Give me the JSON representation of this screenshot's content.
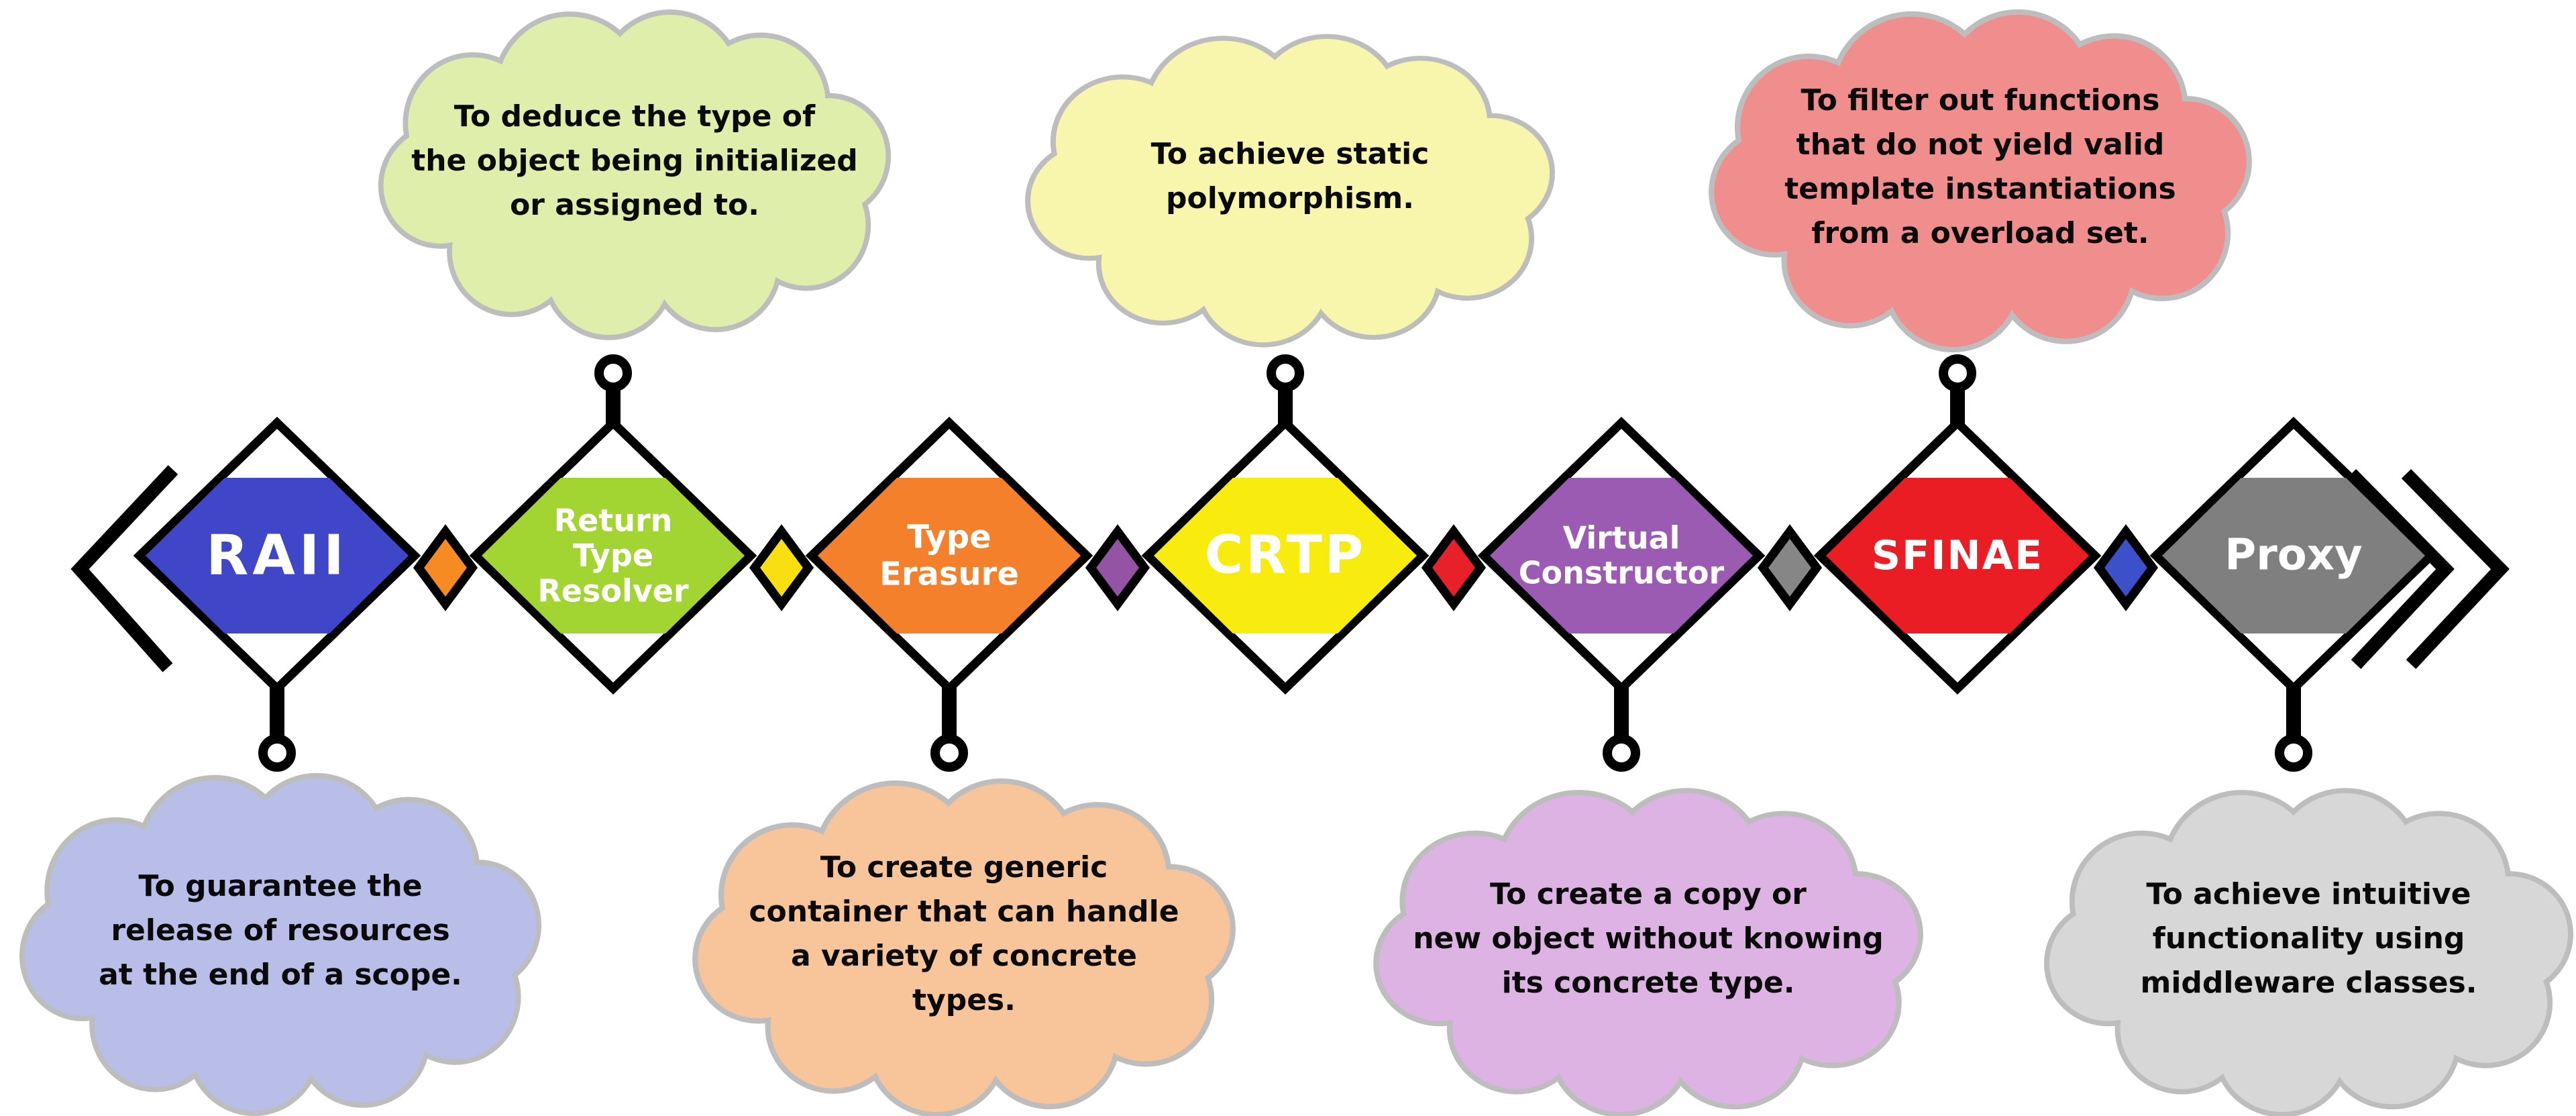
{
  "page": {
    "background": "#ffffff",
    "outline_color": "#000000",
    "cloud_border_color": "#bdbdbd",
    "label_text_color": "#ffffff"
  },
  "decorations": {
    "left": {
      "icon": "chevron-left-icon"
    },
    "right": {
      "icon": "double-chevron-right-icon"
    }
  },
  "patterns": [
    {
      "name": "RAII",
      "color": "#3f46c8",
      "connector": "down",
      "cloud": {
        "position": "below",
        "color": "#b9bee9",
        "lines": [
          "To guarantee the",
          "release of resources",
          "at the end of a scope."
        ]
      }
    },
    {
      "name": "Return Type Resolver",
      "color": "#a2d531",
      "connector": "up",
      "cloud": {
        "position": "above",
        "color": "#dfeeab",
        "lines": [
          "To deduce the type of",
          "the object being initialized",
          "or assigned to."
        ]
      }
    },
    {
      "name": "Type Erasure",
      "color": "#f4802c",
      "connector": "down",
      "cloud": {
        "position": "below",
        "color": "#f8c49a",
        "lines": [
          "To create generic",
          "container that can handle",
          "a variety of concrete",
          "types."
        ]
      }
    },
    {
      "name": "CRTP",
      "color": "#f8ec0e",
      "connector": "up",
      "cloud": {
        "position": "above",
        "color": "#f8f6ad",
        "lines": [
          "To achieve static",
          "polymorphism."
        ]
      }
    },
    {
      "name": "Virtual Constructor",
      "color": "#9b5bb3",
      "connector": "down",
      "cloud": {
        "position": "below",
        "color": "#dcb3e2",
        "lines": [
          "To create a copy or",
          "new object without knowing",
          "its concrete type."
        ]
      }
    },
    {
      "name": "SFINAE",
      "color": "#ea1c24",
      "connector": "up",
      "cloud": {
        "position": "above",
        "color": "#f08d8d",
        "lines": [
          "To filter out functions",
          "that do not yield valid",
          "template instantiations",
          "from a overload set."
        ]
      }
    },
    {
      "name": "Proxy",
      "color": "#7f7f7f",
      "connector": "down",
      "cloud": {
        "position": "below",
        "color": "#d7d7d7",
        "lines": [
          "To achieve intuitive",
          "functionality using",
          "middleware classes."
        ]
      }
    }
  ],
  "connectors": [
    {
      "between": "RAII - Return Type Resolver",
      "color": "#f68b24"
    },
    {
      "between": "Return Type Resolver - Type Erasure",
      "color": "#f9df12"
    },
    {
      "between": "Type Erasure - CRTP",
      "color": "#9453a5"
    },
    {
      "between": "CRTP - Virtual Constructor",
      "color": "#e8202a"
    },
    {
      "between": "Virtual Constructor - SFINAE",
      "color": "#868686"
    },
    {
      "between": "SFINAE - Proxy",
      "color": "#3c50c9"
    }
  ]
}
